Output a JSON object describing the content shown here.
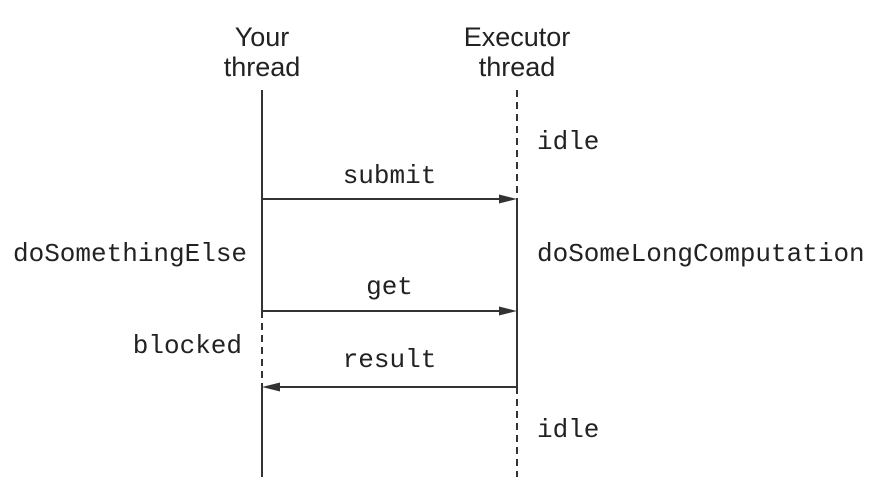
{
  "colors": {
    "background": "#ffffff",
    "line": "#333333",
    "text": "#222222"
  },
  "diagram_type": "sequence-diagram",
  "lifelines": {
    "your_thread": {
      "label": "Your\nthread",
      "segments": [
        "active",
        "blocked",
        "active"
      ]
    },
    "executor_thread": {
      "label": "Executor\nthread",
      "segments": [
        "idle",
        "active",
        "idle"
      ]
    }
  },
  "messages": {
    "submit": {
      "label": "submit",
      "from": "your_thread",
      "to": "executor_thread"
    },
    "get": {
      "label": "get",
      "from": "your_thread",
      "to": "executor_thread"
    },
    "result": {
      "label": "result",
      "from": "executor_thread",
      "to": "your_thread"
    }
  },
  "states": {
    "executor_idle_top": {
      "label": "idle",
      "lifeline": "executor_thread"
    },
    "your_doing_else": {
      "label": "doSomethingElse",
      "lifeline": "your_thread"
    },
    "executor_computing": {
      "label": "doSomeLongComputation",
      "lifeline": "executor_thread"
    },
    "your_blocked": {
      "label": "blocked",
      "lifeline": "your_thread"
    },
    "executor_idle_bottom": {
      "label": "idle",
      "lifeline": "executor_thread"
    }
  }
}
